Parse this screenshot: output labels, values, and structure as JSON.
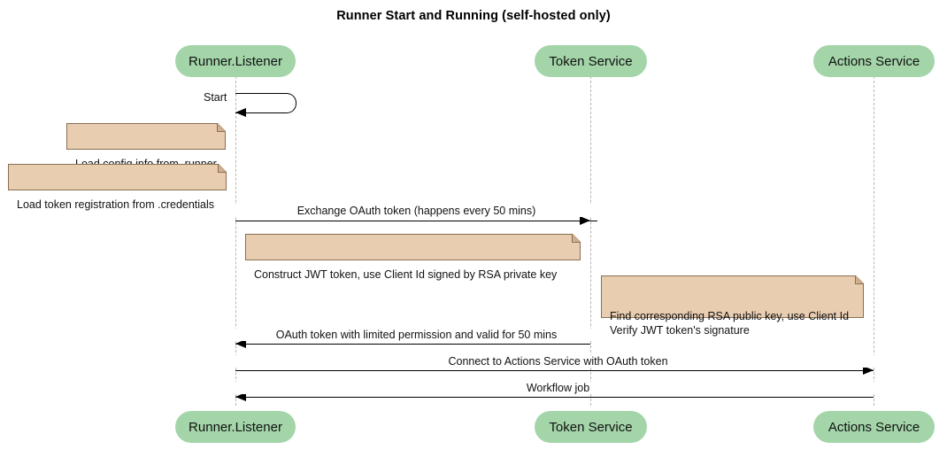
{
  "diagram": {
    "type": "sequence-diagram",
    "title": "Runner Start and Running (self-hosted only)",
    "colors": {
      "participant_fill": "#a3d5a9",
      "note_fill": "#e9cdb1",
      "note_border": "#8a6e52",
      "lifeline": "#b5b5b5",
      "arrow": "#000000",
      "text": "#111111",
      "background": "#ffffff"
    }
  },
  "participants": [
    {
      "id": "runner",
      "label": "Runner.Listener"
    },
    {
      "id": "token",
      "label": "Token Service"
    },
    {
      "id": "actions",
      "label": "Actions Service"
    }
  ],
  "participants_bottom": [
    {
      "id": "runner",
      "label": "Runner.Listener"
    },
    {
      "id": "token",
      "label": "Token Service"
    },
    {
      "id": "actions",
      "label": "Actions Service"
    }
  ],
  "messages": [
    {
      "id": "start",
      "label": "Start",
      "from": "runner",
      "to": "runner",
      "kind": "self"
    },
    {
      "id": "exchange-oauth-token",
      "label": "Exchange OAuth token (happens every 50 mins)",
      "from": "runner",
      "to": "token",
      "direction": "right"
    },
    {
      "id": "oauth-token-reply",
      "label": "OAuth token with limited permission and valid for 50 mins",
      "from": "token",
      "to": "runner",
      "direction": "left"
    },
    {
      "id": "connect-to-actions-service",
      "label": "Connect to Actions Service with OAuth token",
      "from": "runner",
      "to": "actions",
      "direction": "right"
    },
    {
      "id": "workflow-job",
      "label": "Workflow job",
      "from": "actions",
      "to": "runner",
      "direction": "left"
    }
  ],
  "notes": [
    {
      "id": "note-load-config",
      "text": "Load config info from .runner",
      "attached_to": "runner"
    },
    {
      "id": "note-load-token-registration",
      "text": "Load token registration from .credentials",
      "attached_to": "runner"
    },
    {
      "id": "note-construct-jwt",
      "text": "Construct JWT token, use Client Id signed by RSA private key",
      "attached_to": "runner"
    },
    {
      "id": "note-verify-jwt",
      "text": "Find corresponding RSA public key, use Client Id\nVerify JWT token's signature",
      "attached_to": "token"
    }
  ]
}
